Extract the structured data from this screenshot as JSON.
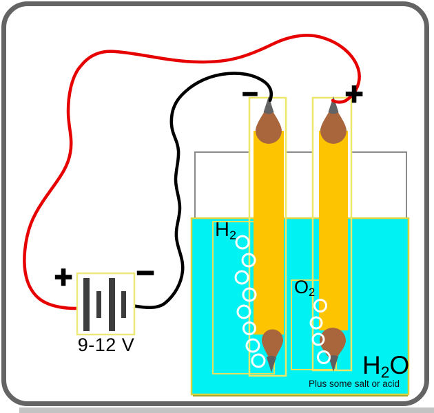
{
  "battery": {
    "voltage_label": "9-12 V",
    "positive_sign": "+",
    "negative_sign": "−"
  },
  "electrodes": {
    "cathode_sign": "−",
    "anode_sign": "+"
  },
  "gas_labels": {
    "hydrogen_symbol": "H",
    "hydrogen_subscript": "2",
    "oxygen_symbol": "O",
    "oxygen_subscript": "2"
  },
  "solution": {
    "formula_h": "H",
    "formula_subscript": "2",
    "formula_o": "O",
    "note": "Plus some salt or acid"
  },
  "colors": {
    "water": "#00f2f2",
    "pencil": "#fdc501",
    "wire_positive": "#e60000",
    "wire_negative": "#000000",
    "wood": "#a9663c",
    "graphite": "#5f5f5f",
    "tube_outline": "#e6e05a",
    "beaker_outline": "#8a8a8a",
    "frame_border": "#646464"
  }
}
